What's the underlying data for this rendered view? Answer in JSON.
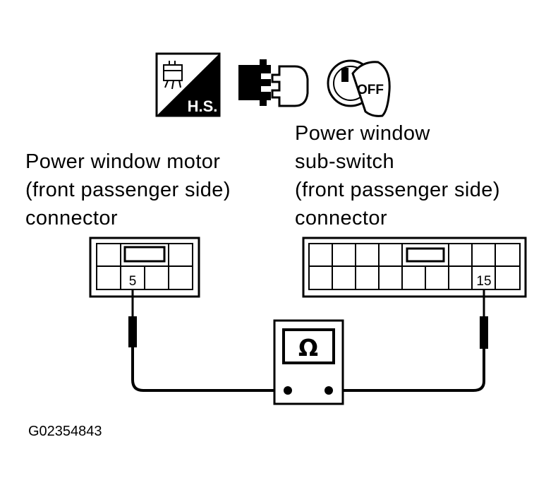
{
  "icons": {
    "harness_badge": "H.S.",
    "ignition_key": "OFF"
  },
  "labels": {
    "motor_connector": [
      "Power window motor",
      "(front passenger side)",
      "connector"
    ],
    "subswitch_connector": [
      "Power window",
      "sub-switch",
      "(front passenger side)",
      "connector"
    ]
  },
  "pins": {
    "motor_terminal": "5",
    "subswitch_terminal": "15"
  },
  "meter": {
    "symbol": "Ω"
  },
  "figure_code": "G02354843"
}
